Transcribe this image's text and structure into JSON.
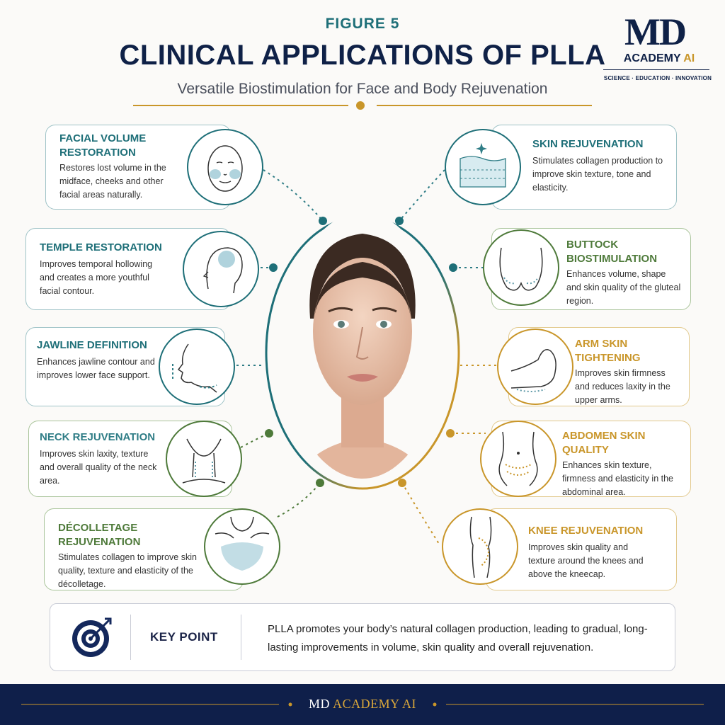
{
  "header": {
    "figure_label": "FIGURE 5",
    "title": "CLINICAL APPLICATIONS OF PLLA",
    "subtitle": "Versatile Biostimulation for Face and Body Rejuvenation"
  },
  "logo": {
    "md": "MD",
    "academy": "ACADEMY",
    "ai": "AI",
    "tagline": "SCIENCE · EDUCATION · INNOVATION"
  },
  "colors": {
    "navy": "#0f2147",
    "teal": "#1e6f78",
    "green": "#4e7a3a",
    "gold": "#c9962a"
  },
  "left_cards": [
    {
      "title": "FACIAL VOLUME RESTORATION",
      "description": "Restores lost volume in the midface, cheeks and other facial areas naturally.",
      "icon": "face-front-icon"
    },
    {
      "title": "TEMPLE RESTORATION",
      "description": "Improves temporal hollowing and creates a more youthful facial contour.",
      "icon": "head-profile-temple-icon"
    },
    {
      "title": "JAWLINE DEFINITION",
      "description": "Enhances jawline contour and improves lower face support.",
      "icon": "jawline-profile-icon"
    },
    {
      "title": "NECK REJUVENATION",
      "description": "Improves skin laxity, texture and overall quality of the neck area.",
      "icon": "neck-icon"
    },
    {
      "title": "DÉCOLLETAGE REJUVENATION",
      "description": "Stimulates collagen to improve skin quality, texture and elasticity of the décolletage.",
      "icon": "decolletage-icon"
    }
  ],
  "right_cards": [
    {
      "title": "SKIN REJUVENATION",
      "description": "Stimulates collagen production to improve skin texture, tone and elasticity.",
      "icon": "skin-layers-icon"
    },
    {
      "title": "BUTTOCK BIOSTIMULATION",
      "description": "Enhances volume, shape and skin quality of the gluteal region.",
      "icon": "buttock-icon"
    },
    {
      "title": "ARM SKIN TIGHTENING",
      "description": "Improves skin firmness and reduces laxity in the upper arms.",
      "icon": "arm-icon"
    },
    {
      "title": "ABDOMEN SKIN QUALITY",
      "description": "Enhances skin texture, firmness and elasticity in the abdominal area.",
      "icon": "abdomen-icon"
    },
    {
      "title": "KNEE REJUVENATION",
      "description": "Improves skin quality and texture around the knees and above the kneecap.",
      "icon": "knee-icon"
    }
  ],
  "key_point": {
    "label": "KEY POINT",
    "text": "PLLA promotes your body’s natural collagen production, leading to gradual, long-lasting improvements in volume, skin quality and overall rejuvenation.",
    "icon": "target-arrow-icon"
  },
  "footer": {
    "md": "MD",
    "academy": "ACADEMY",
    "ai": "AI"
  }
}
